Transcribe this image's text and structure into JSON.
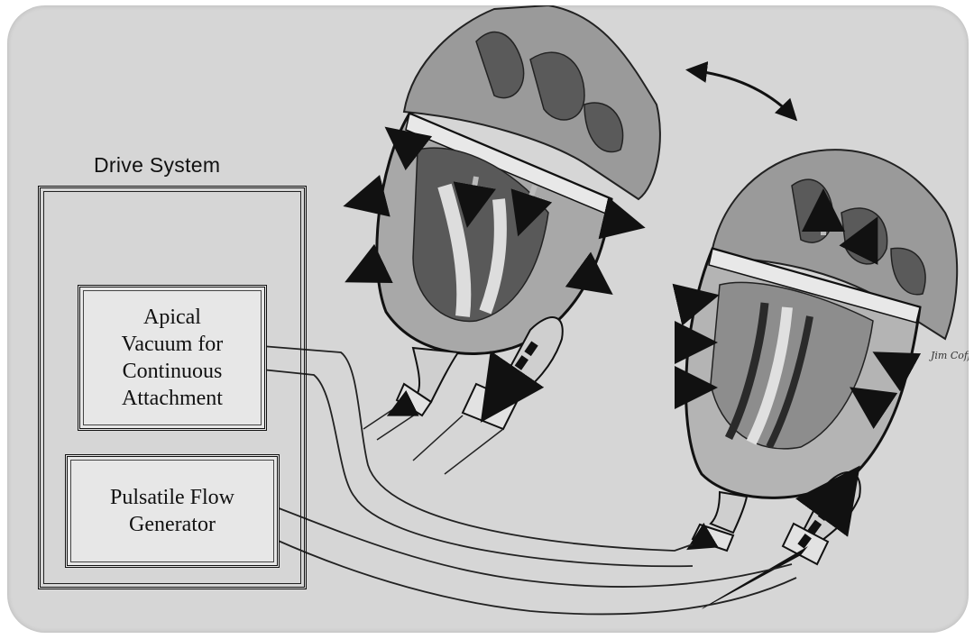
{
  "figure": {
    "drive_system": {
      "title": "Drive System",
      "vacuum_label": "Apical\nVacuum for\nContinuous\nAttachment",
      "pulsatile_label": "Pulsatile Flow\nGenerator"
    },
    "colors": {
      "background": "#d6d6d6",
      "ink": "#111111",
      "box_fill": "#e7e7e7",
      "tissue": "#8e8e8e",
      "chamber": "#4c4c4c"
    },
    "signature": "Jim Coffey"
  }
}
